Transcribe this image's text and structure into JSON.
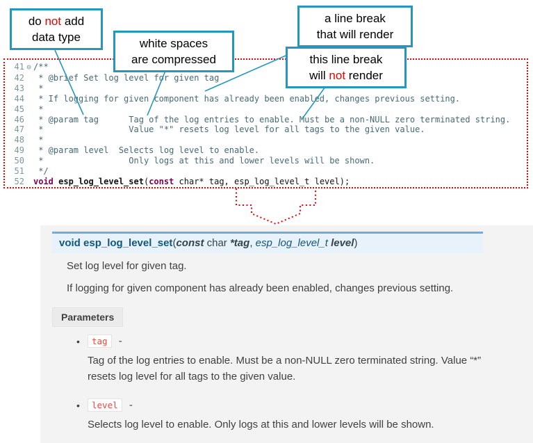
{
  "callouts": {
    "c1": {
      "pre": "do ",
      "red": "not",
      "post": " add",
      "line2": "data type"
    },
    "c2": {
      "line1": "white spaces",
      "line2": "are compressed"
    },
    "c3": {
      "line1": "a line break",
      "line2": "that will render"
    },
    "c4": {
      "line1": "this line break",
      "pre": "will ",
      "red": "not",
      "post": " render"
    }
  },
  "code": {
    "lines": [
      {
        "num": "41",
        "fold": "⊖",
        "text": "/**"
      },
      {
        "num": "42",
        "text": " * @brief Set log level for given tag"
      },
      {
        "num": "43",
        "text": " *"
      },
      {
        "num": "44",
        "text": " * If logging for given component has already been enabled, changes previous setting."
      },
      {
        "num": "45",
        "text": " *"
      },
      {
        "num": "46",
        "text": " * @param tag      Tag of the log entries to enable. Must be a non-NULL zero terminated string."
      },
      {
        "num": "47",
        "text": " *                 Value \"*\" resets log level for all tags to the given value."
      },
      {
        "num": "48",
        "text": " *"
      },
      {
        "num": "49",
        "text": " * @param level  Selects log level to enable."
      },
      {
        "num": "50",
        "text": " *                 Only logs at this and lower levels will be shown."
      },
      {
        "num": "51",
        "text": " */"
      }
    ],
    "sig": {
      "num": "52",
      "kw1": "void",
      "name": " esp_log_level_set",
      "punct1": "(",
      "kw2": "const",
      "rest": " char* tag, esp_log_level_t level);"
    }
  },
  "docs": {
    "signature": {
      "kw": "void",
      "sp": " ",
      "name": "esp_log_level_set",
      "open": "(",
      "const_kw": "const",
      "char_part": " char ",
      "param1": "*tag",
      "comma": ", ",
      "type2": "esp_log_level_t",
      "param2": " level",
      "close": ")"
    },
    "brief": "Set log level for given tag.",
    "description": "If logging for given component has already been enabled, changes previous setting.",
    "parameters_label": "Parameters",
    "bullet": "•",
    "params": [
      {
        "name": "tag",
        "dash": "-",
        "desc": "Tag of the log entries to enable. Must be a non-NULL zero terminated string. Value “*” resets log level for all tags to the given value."
      },
      {
        "name": "level",
        "dash": "-",
        "desc": "Selects log level to enable. Only logs at this and lower levels will be shown."
      }
    ]
  },
  "colors": {
    "callout_border": "#2596be",
    "annotation_red": "#ee0000",
    "signature_bg": "#e7f2fa",
    "signature_border": "#6ab0de",
    "literal_red": "#e74c3c"
  }
}
